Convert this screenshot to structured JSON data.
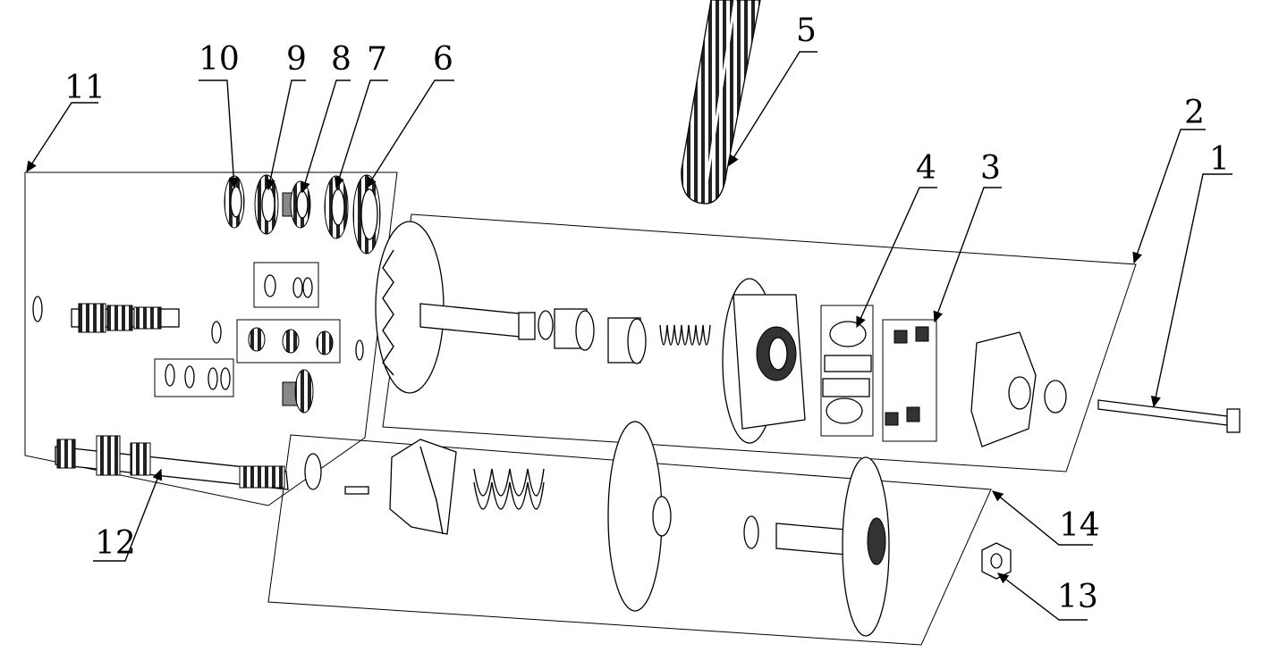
{
  "callouts": [
    {
      "id": "1",
      "label": "1"
    },
    {
      "id": "2",
      "label": "2"
    },
    {
      "id": "3",
      "label": "3"
    },
    {
      "id": "4",
      "label": "4"
    },
    {
      "id": "5",
      "label": "5"
    },
    {
      "id": "6",
      "label": "6"
    },
    {
      "id": "7",
      "label": "7"
    },
    {
      "id": "8",
      "label": "8"
    },
    {
      "id": "9",
      "label": "9"
    },
    {
      "id": "10",
      "label": "10"
    },
    {
      "id": "11",
      "label": "11"
    },
    {
      "id": "12",
      "label": "12"
    },
    {
      "id": "13",
      "label": "13"
    },
    {
      "id": "14",
      "label": "14"
    }
  ]
}
